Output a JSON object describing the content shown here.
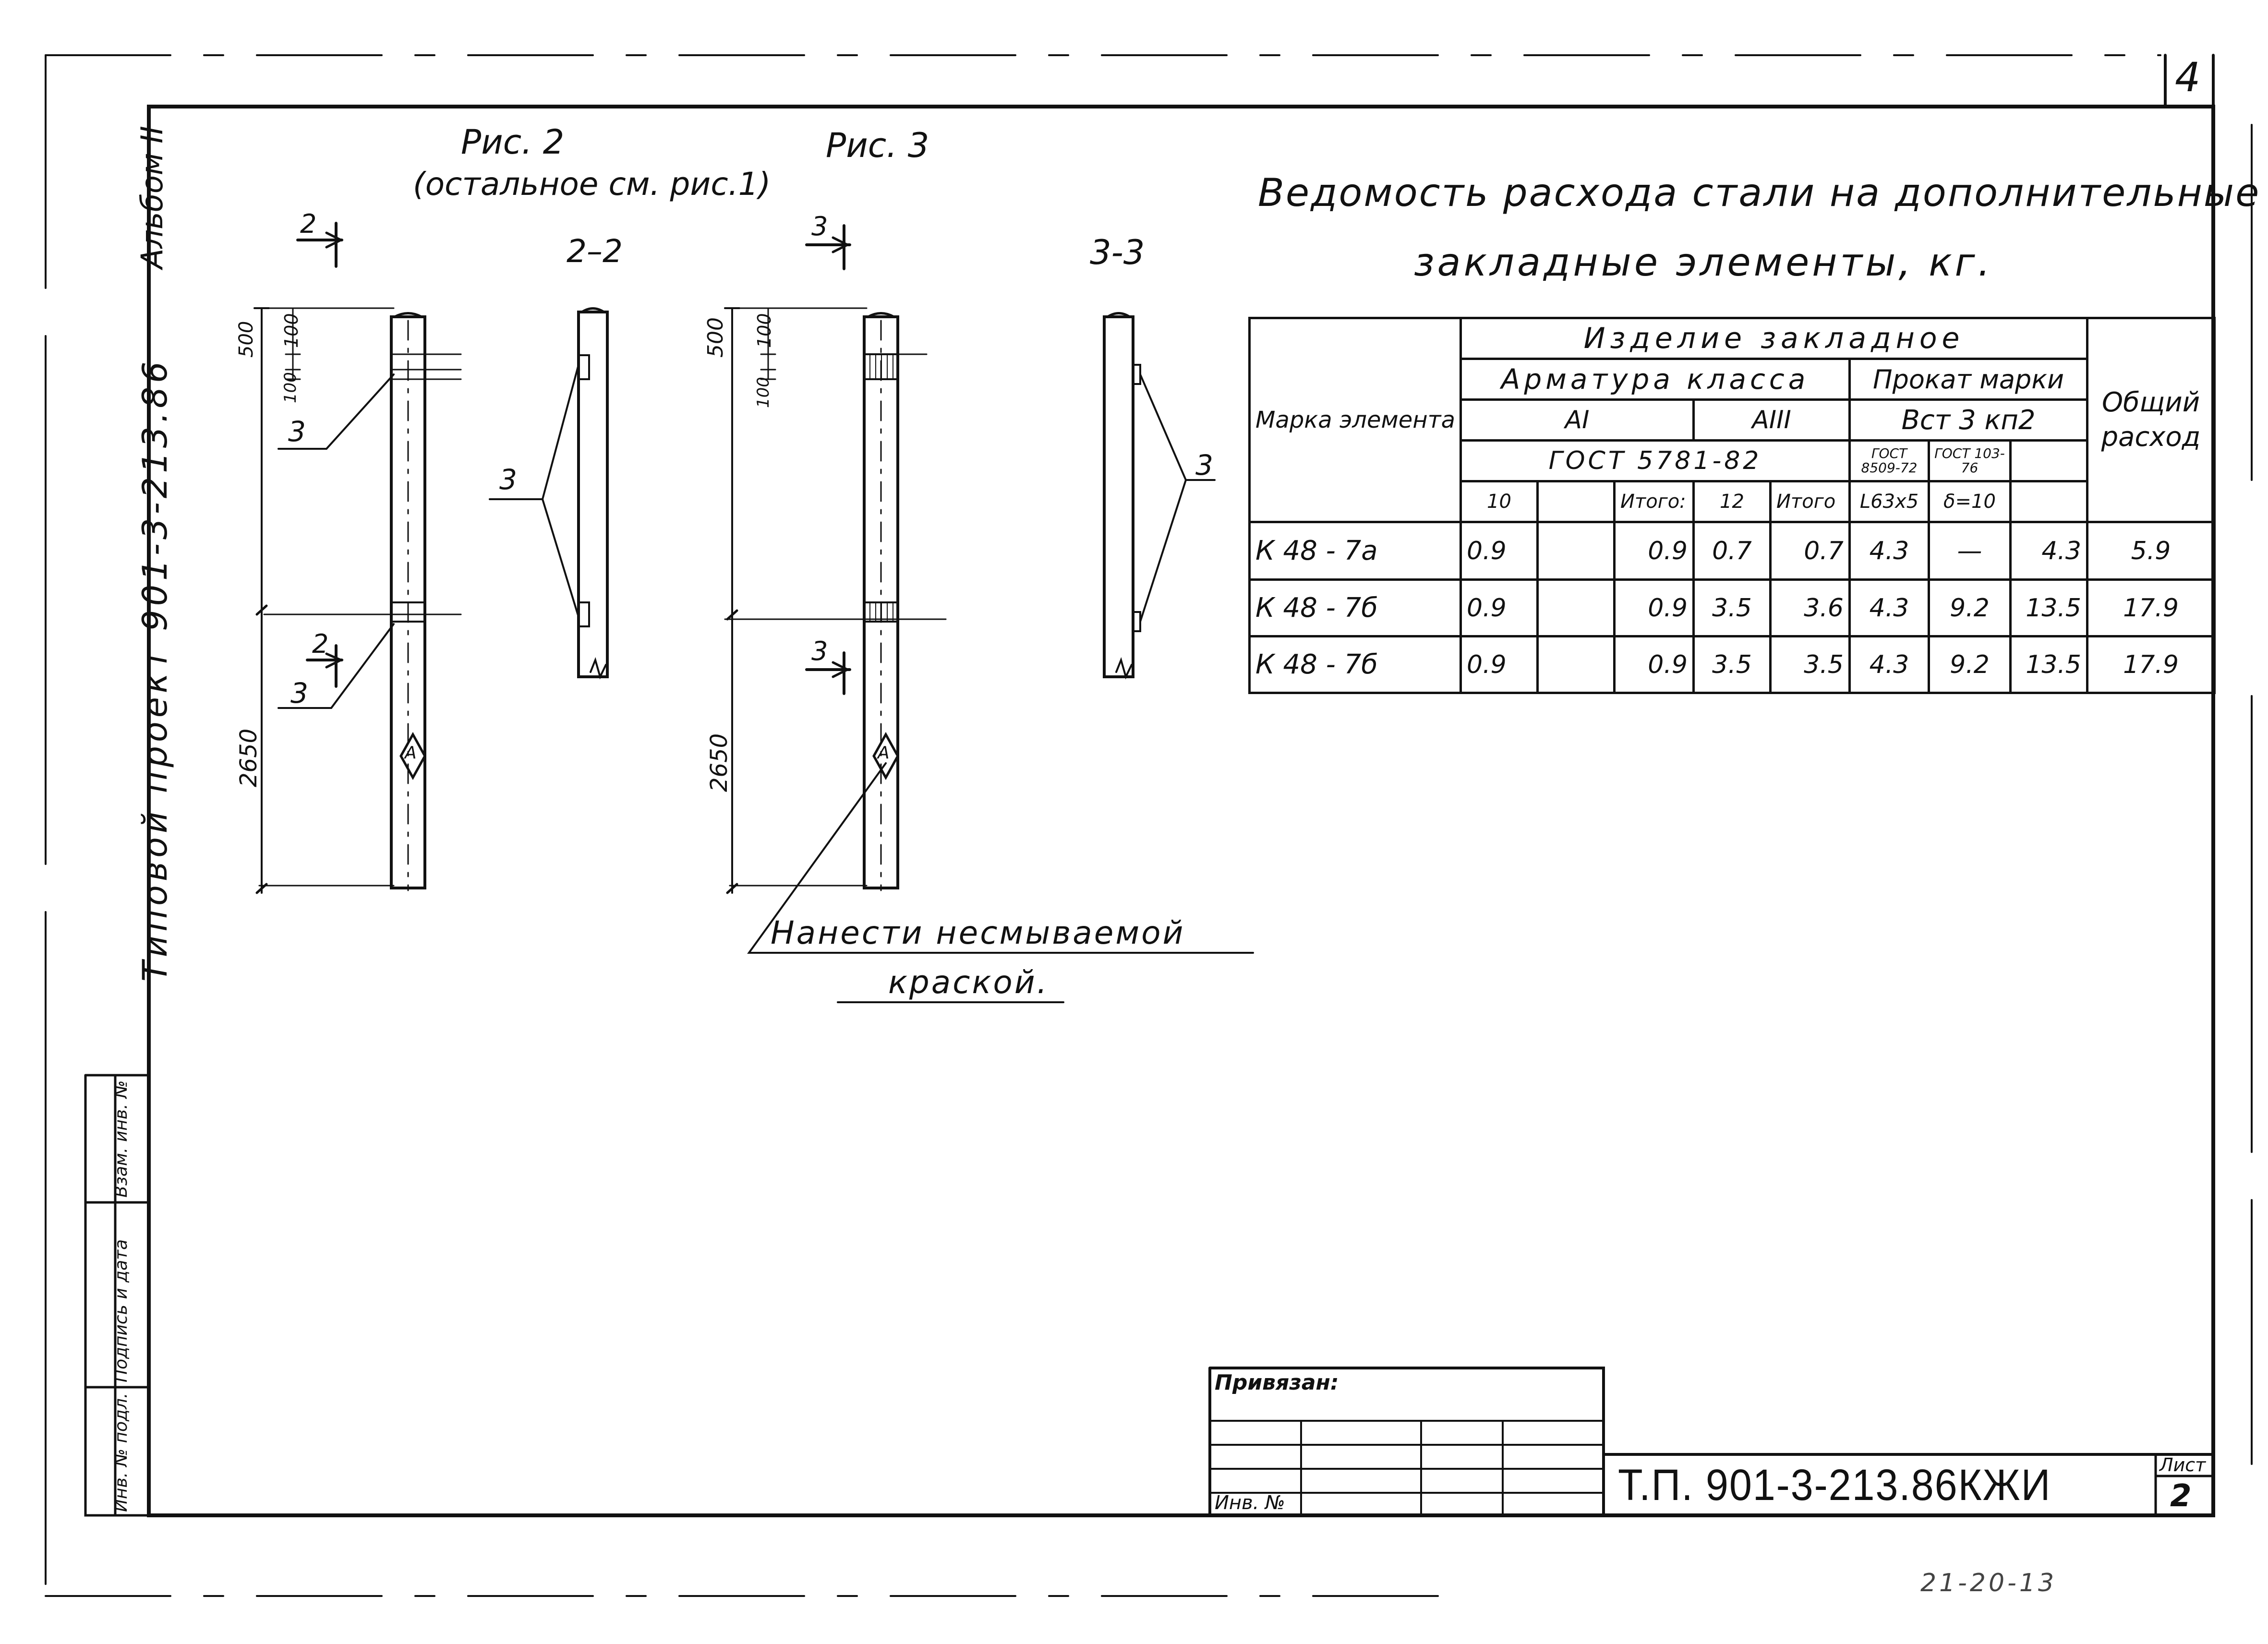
{
  "sheet": {
    "number": "4",
    "side_album": "Альбом II",
    "side_project": "Типовой проект 901-3-213.86"
  },
  "figures": {
    "fig2_title": "Рис. 2",
    "fig2_note": "(остальное см. рис.1)",
    "fig3_title": "Рис. 3",
    "section_22": "2–2",
    "section_33": "3-3",
    "cut_2": "2",
    "cut_3": "3",
    "callout_3": "3",
    "dim_500": "500",
    "dim_100": "100",
    "dim_2650": "2650",
    "mark_a": "А",
    "note_line1": "Нанести несмываемой",
    "note_line2": "краской."
  },
  "table": {
    "title_line1": "Ведомость расхода стали на дополнительные",
    "title_line2": "закладные элементы, кг.",
    "col_mark": "Марка элемента",
    "col_item": "Изделие закладное",
    "col_rebar": "Арматура класса",
    "col_rolled": "Прокат марки",
    "col_total": "Общий расход",
    "class_a1": "АI",
    "class_a3": "АIII",
    "steel_grade": "Вст 3 кп2",
    "gost_rebar": "ГОСТ 5781-82",
    "gost_angle": "ГОСТ 8509-72",
    "gost_plate": "ГОСТ 103-76",
    "sub_10": "10",
    "sub_total1": "Итого:",
    "sub_12": "12",
    "sub_total2": "Итого",
    "sub_angle": "L63x5",
    "sub_plate": "δ=10",
    "rows": [
      {
        "mark": "К 48 - 7а",
        "v10": "0.9",
        "t1": "0.9",
        "v12": "0.7",
        "t2": "0.7",
        "angle": "4.3",
        "plate": "—",
        "t3": "4.3",
        "total": "5.9"
      },
      {
        "mark": "К 48 - 7б",
        "v10": "0.9",
        "t1": "0.9",
        "v12": "3.5",
        "t2": "3.6",
        "angle": "4.3",
        "plate": "9.2",
        "t3": "13.5",
        "total": "17.9"
      },
      {
        "mark": "К 48 - 7б",
        "v10": "0.9",
        "t1": "0.9",
        "v12": "3.5",
        "t2": "3.5",
        "angle": "4.3",
        "plate": "9.2",
        "t3": "13.5",
        "total": "17.9"
      }
    ]
  },
  "stamp": {
    "attached": "Привязан:",
    "inv_no": "Инв. №",
    "code": "Т.П. 901-3-213.86КЖИ",
    "sheet_label": "Лист",
    "sheet_no": "2"
  },
  "left_block": {
    "c1": "Инв. № подл.",
    "c2": "Подпись и дата",
    "c3": "Взам. инв. №"
  },
  "bottom_note": "21-20-13"
}
